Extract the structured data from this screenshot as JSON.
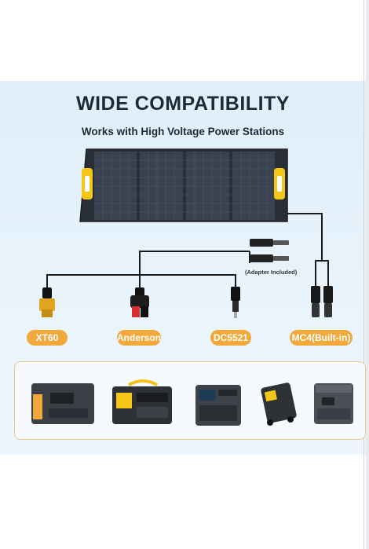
{
  "heading": {
    "title": "WIDE COMPATIBILITY",
    "subtitle": "Works with High Voltage Power Stations"
  },
  "adapter_note": "(Adapter Included)",
  "connectors": [
    {
      "label": "XT60"
    },
    {
      "label": "Anderson"
    },
    {
      "label": "DC5521"
    },
    {
      "label": "MC4(Built-in)"
    }
  ],
  "colors": {
    "accent": "#f2a93b",
    "panel_bg": "#e3f0fa",
    "solar_cell": "#2d3440",
    "handle": "#f5c518",
    "text_dark": "#1e2a3a"
  }
}
